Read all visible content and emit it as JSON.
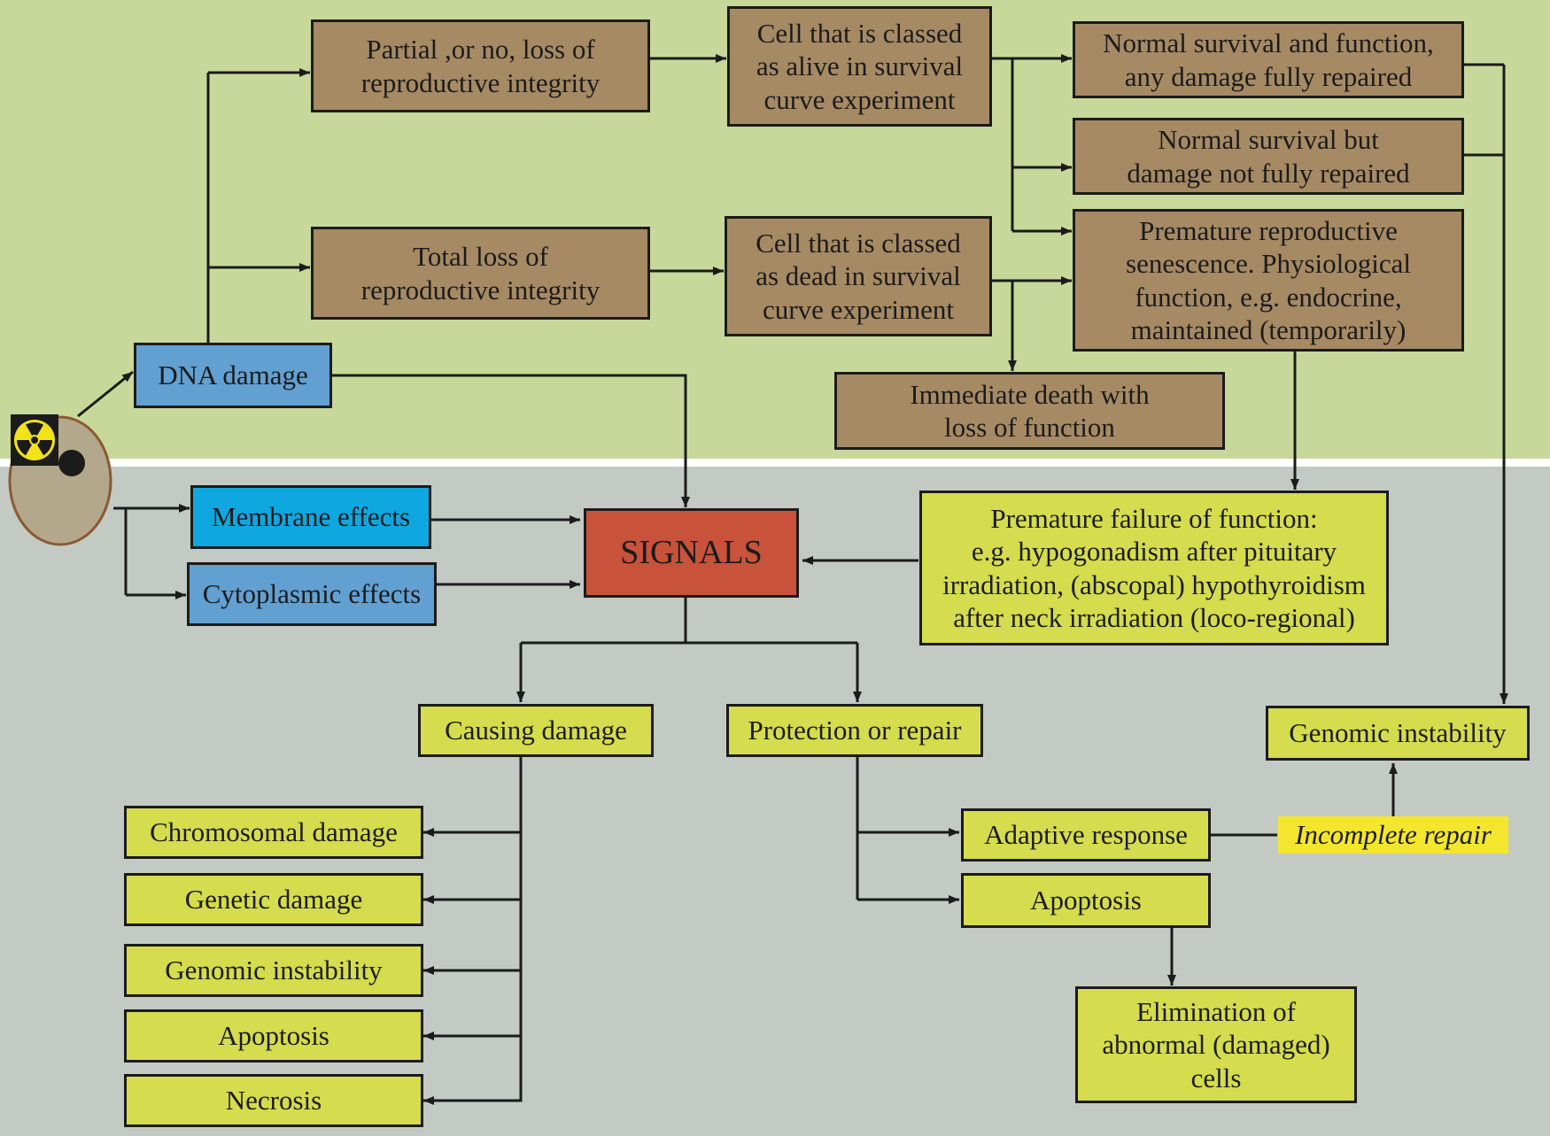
{
  "boxes": {
    "partial_loss": "Partial ,or no, loss of\nreproductive integrity",
    "total_loss": "Total loss of\nreproductive integrity",
    "alive": "Cell that is classed\nas alive in survival\ncurve experiment",
    "dead": "Cell that is classed\nas dead in survival\ncurve experiment",
    "normal_repaired": "Normal survival and function,\nany damage fully repaired",
    "normal_not_repaired": "Normal survival but\ndamage not fully repaired",
    "senescence": "Premature reproductive\nsenescence. Physiological\nfunction, e.g. endocrine,\nmaintained (temporarily)",
    "immediate_death": "Immediate death with\nloss of function",
    "dna_damage": "DNA damage",
    "membrane": "Membrane effects",
    "cytoplasmic": "Cytoplasmic effects",
    "signals": "SIGNALS",
    "premature_failure": "Premature failure of function:\ne.g. hypogonadism after pituitary\nirradiation, (abscopal) hypothyroidism\nafter neck irradiation (loco-regional)",
    "causing_damage": "Causing damage",
    "protection": "Protection or repair",
    "genomic_instability_right": "Genomic instability",
    "chromosomal": "Chromosomal damage",
    "genetic": "Genetic damage",
    "genomic_instability_left": "Genomic instability",
    "apoptosis_left": "Apoptosis",
    "necrosis": "Necrosis",
    "adaptive": "Adaptive response",
    "apoptosis_right": "Apoptosis",
    "elimination": "Elimination of\nabnormal (damaged)\ncells"
  },
  "incomplete_repair": "Incomplete repair",
  "icons": {
    "cell": "irradiated-cell-icon",
    "radiation": "radiation-trefoil-icon"
  },
  "colors": {
    "top_band": "#c8d89a",
    "bottom_band": "#c3cac4",
    "outcome_box": "#a68a64",
    "effect_box": "#62a0d2",
    "signals_box": "#c8523a",
    "consequence_box": "#d5dc4d",
    "highlight": "#f4e62d"
  }
}
